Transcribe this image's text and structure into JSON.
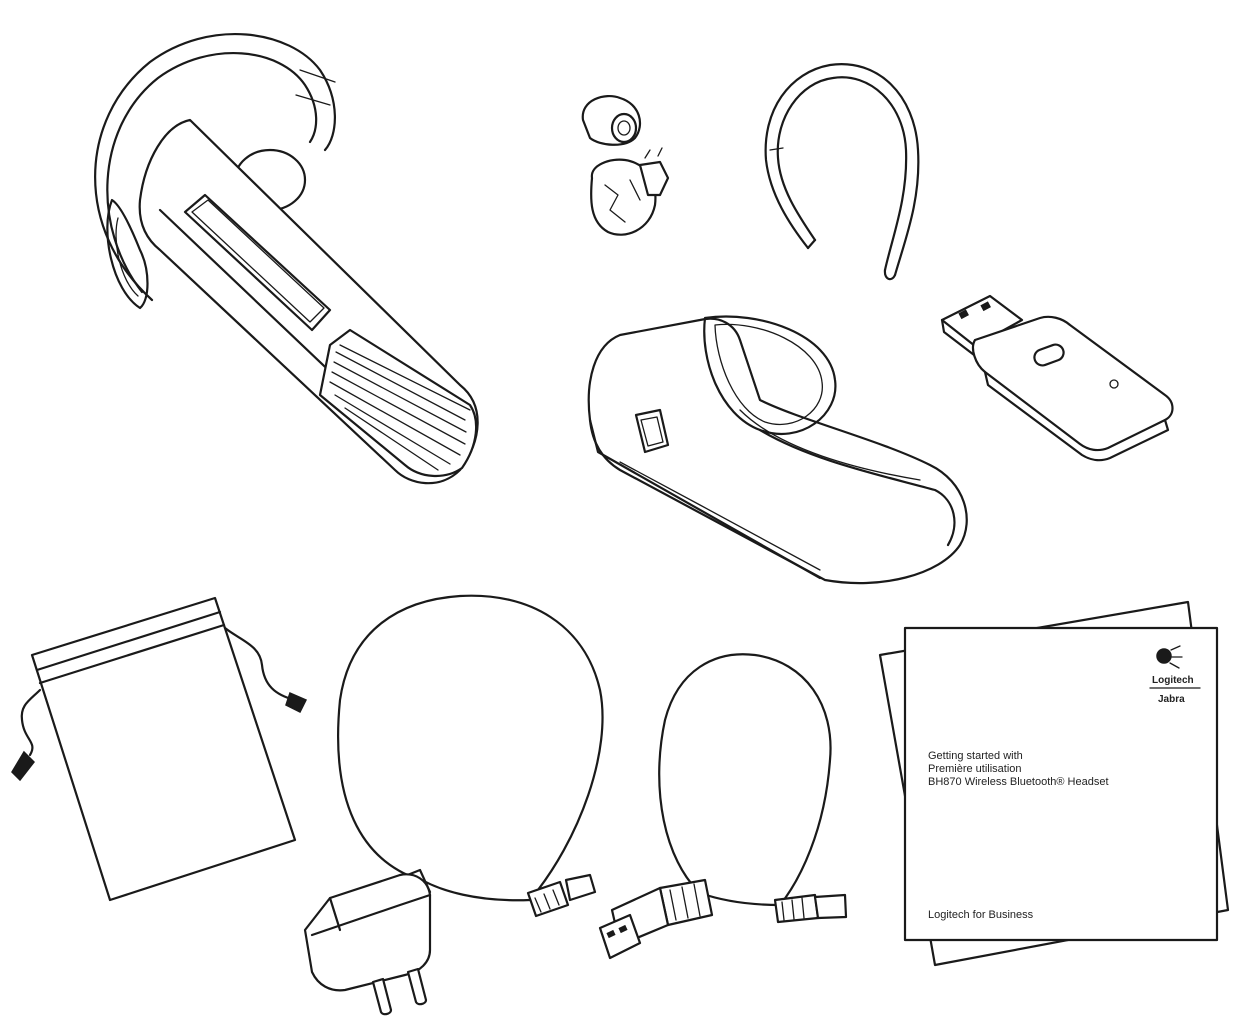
{
  "booklet": {
    "logo": {
      "brand": "Logitech",
      "partner": "Jabra"
    },
    "title_lines": [
      "Getting started with",
      "Première utilisation",
      "BH870 Wireless Bluetooth® Headset"
    ],
    "footer": "Logitech for Business"
  },
  "items": [
    {
      "name": "headset-icon"
    },
    {
      "name": "ear-gels-icon"
    },
    {
      "name": "ear-hook-icon"
    },
    {
      "name": "charging-cradle-icon"
    },
    {
      "name": "usb-dongle-icon"
    },
    {
      "name": "carry-pouch-icon"
    },
    {
      "name": "wall-charger-cable-icon"
    },
    {
      "name": "usb-cable-icon"
    },
    {
      "name": "quick-start-booklet"
    }
  ]
}
